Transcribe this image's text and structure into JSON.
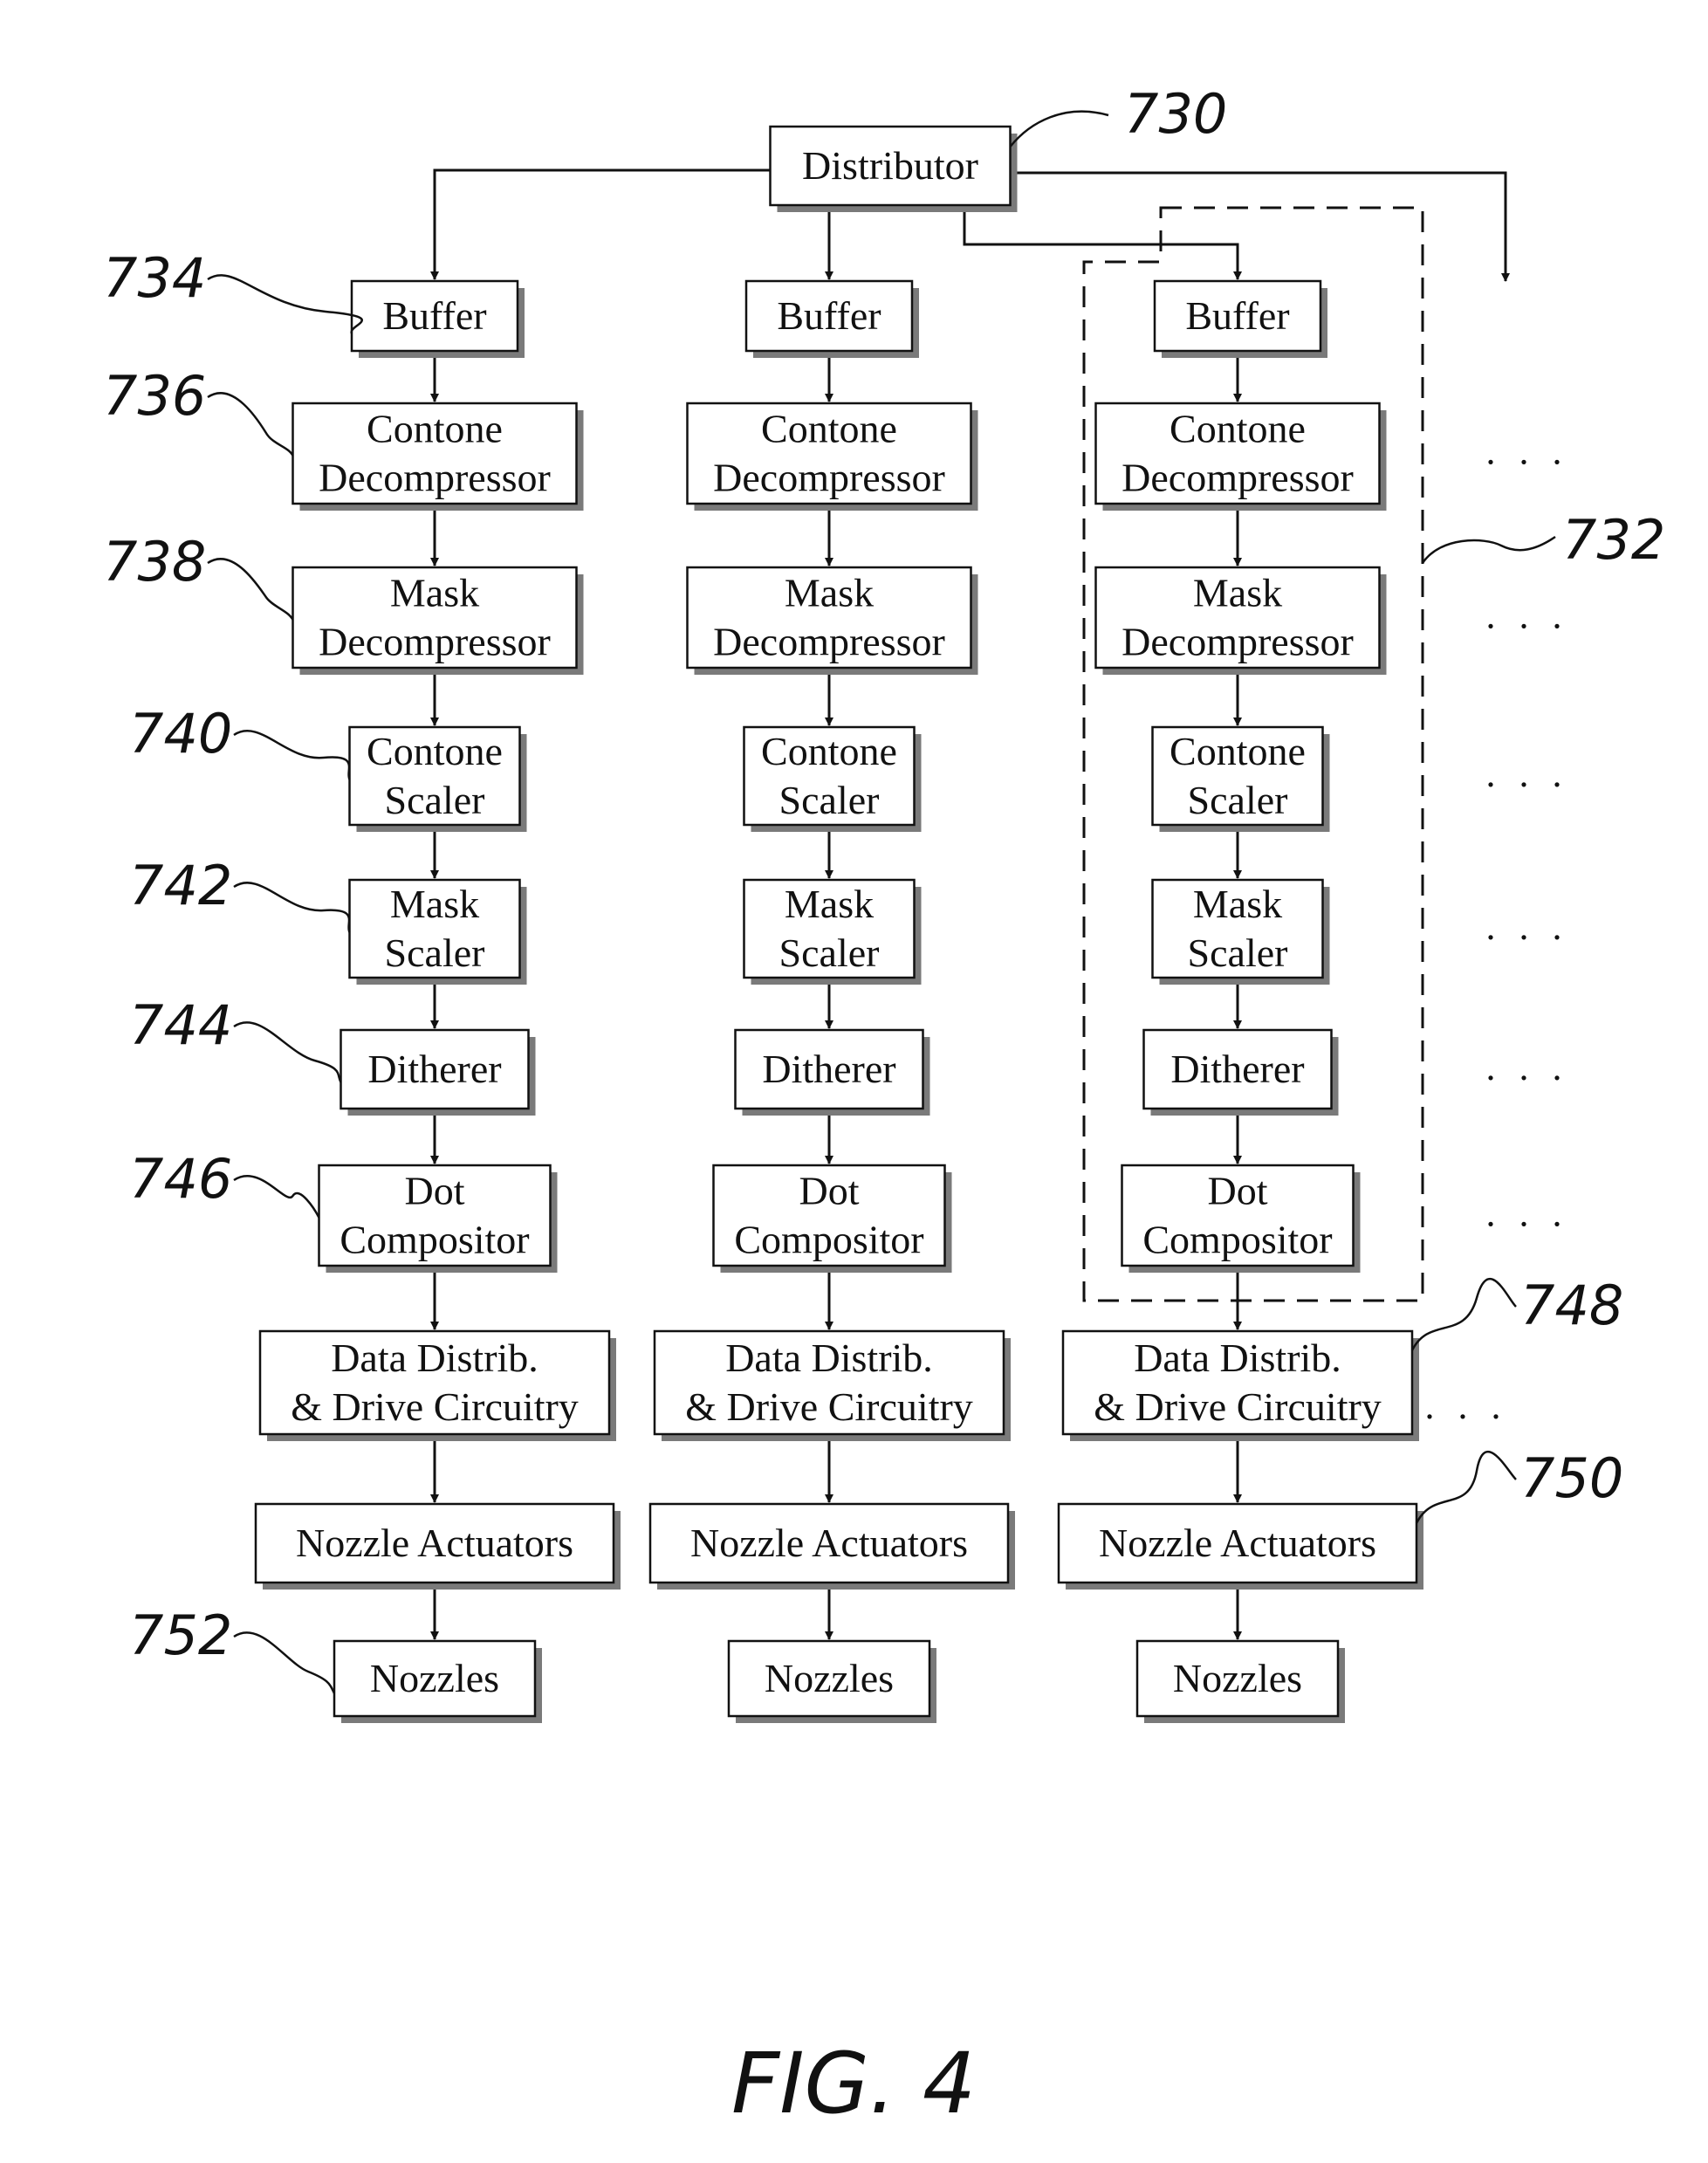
{
  "figure_label": "FIG. 4",
  "distributor": {
    "label": "Distributor",
    "ref": "730"
  },
  "ellipsis": ". . .",
  "stages": [
    {
      "key": "buffer",
      "lines": [
        "Buffer"
      ],
      "ref": "734"
    },
    {
      "key": "contone-decompressor",
      "lines": [
        "Contone",
        "Decompressor"
      ],
      "ref": "736"
    },
    {
      "key": "mask-decompressor",
      "lines": [
        "Mask",
        "Decompressor"
      ],
      "ref": "738"
    },
    {
      "key": "contone-scaler",
      "lines": [
        "Contone",
        "Scaler"
      ],
      "ref": "740"
    },
    {
      "key": "mask-scaler",
      "lines": [
        "Mask",
        "Scaler"
      ],
      "ref": "742"
    },
    {
      "key": "ditherer",
      "lines": [
        "Ditherer"
      ],
      "ref": "744"
    },
    {
      "key": "dot-compositor",
      "lines": [
        "Dot",
        "Compositor"
      ],
      "ref": "746"
    },
    {
      "key": "data-distrib",
      "lines": [
        "Data Distrib.",
        "& Drive Circuitry"
      ],
      "ref": "748"
    },
    {
      "key": "nozzle-actuators",
      "lines": [
        "Nozzle Actuators"
      ],
      "ref": "750"
    },
    {
      "key": "nozzles",
      "lines": [
        "Nozzles"
      ],
      "ref": "752"
    }
  ],
  "dashed_group_ref": "732",
  "column_count": 3
}
